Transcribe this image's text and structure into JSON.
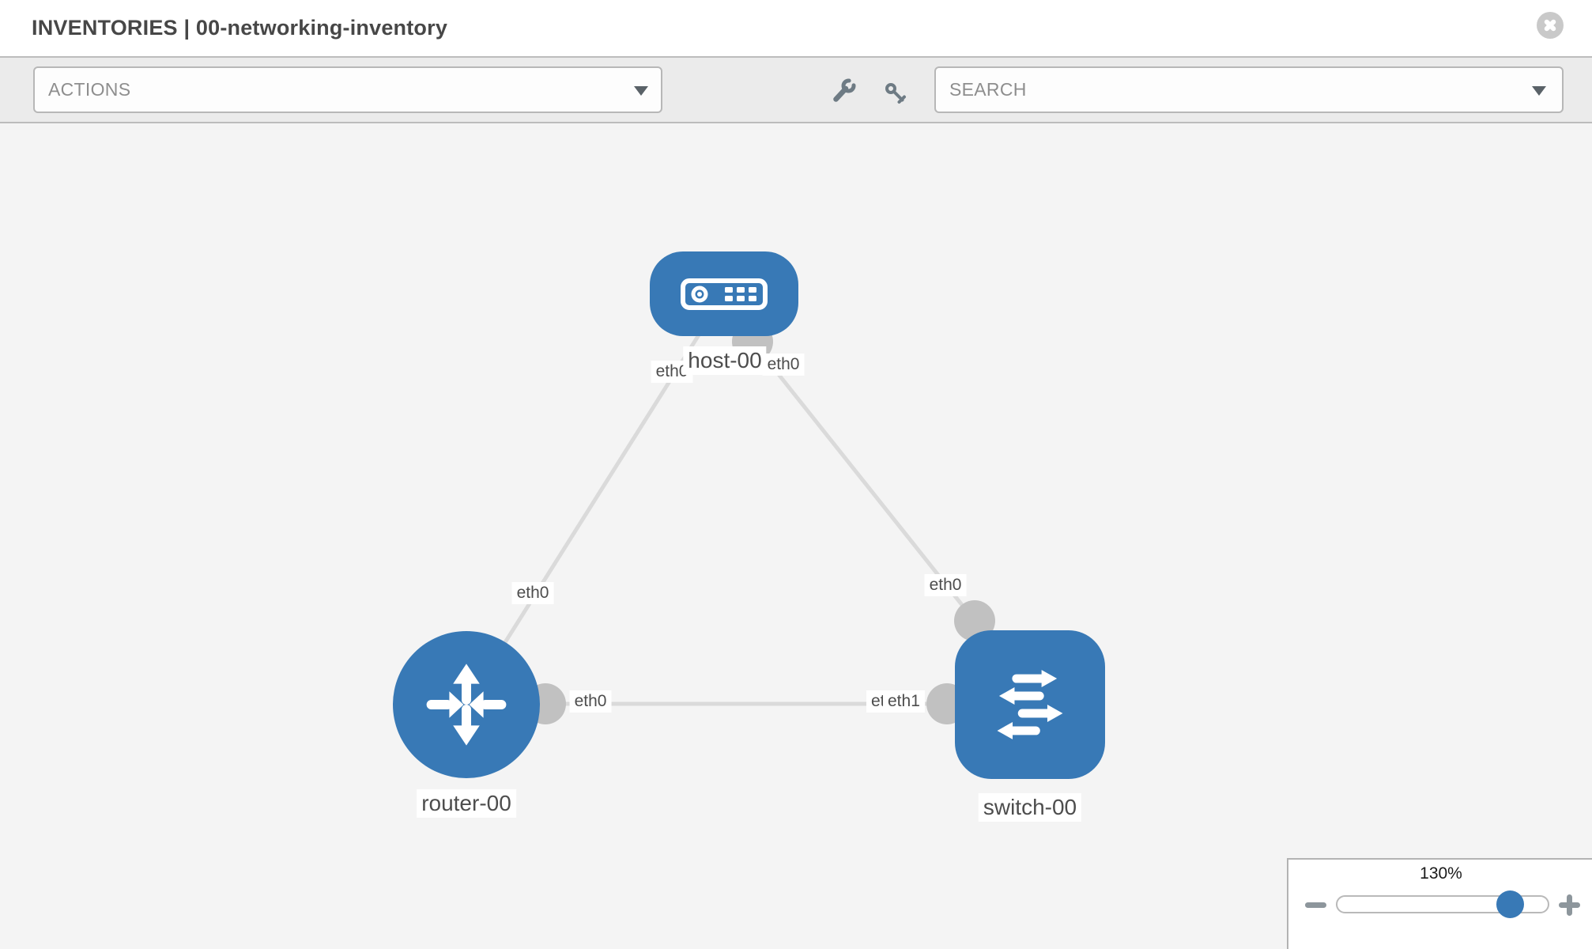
{
  "header": {
    "title": "INVENTORIES | 00-networking-inventory"
  },
  "toolbar": {
    "actions_label": "ACTIONS",
    "search_placeholder": "SEARCH"
  },
  "topology": {
    "node_labels": {
      "host": "host-00",
      "router": "router-00",
      "switch": "switch-00"
    },
    "interface_labels": {
      "host_left": "eth0",
      "host_right": "eth0",
      "router_host_link": "eth0",
      "host_switch_link": "eth0",
      "router_switch_router_end": "eth0",
      "router_switch_switch_end_hidden": "eth0",
      "router_switch_switch_end": "eth1"
    },
    "links": [
      {
        "from": "router-00",
        "to": "host-00"
      },
      {
        "from": "host-00",
        "to": "switch-00"
      },
      {
        "from": "router-00",
        "to": "switch-00"
      }
    ]
  },
  "zoom_control": {
    "level": "130%"
  },
  "colors": {
    "node_blue": "#3879b6",
    "port_gray": "#c1c1c1",
    "link_gray": "#dadada",
    "toolbar_icon_gray": "#6e7b84"
  }
}
